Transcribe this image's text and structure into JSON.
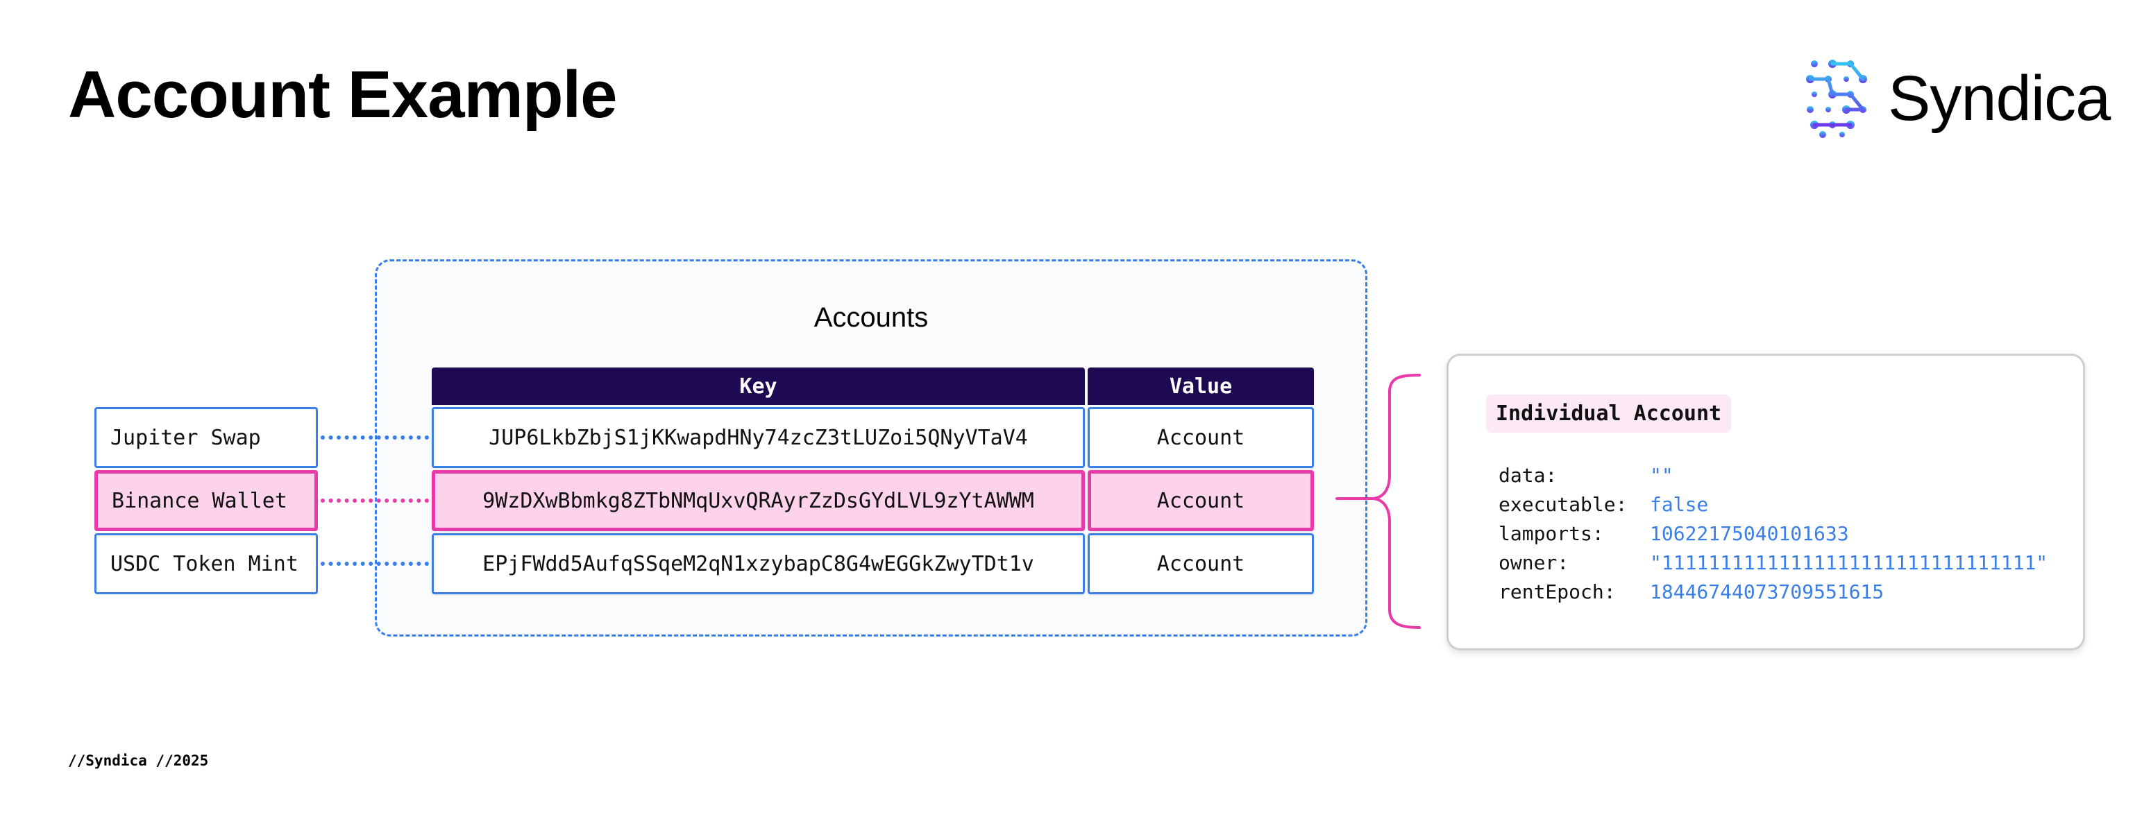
{
  "header": {
    "title": "Account Example",
    "brand": "Syndica"
  },
  "store": {
    "title": "Accounts",
    "key_header": "Key",
    "value_header": "Value",
    "rows": [
      {
        "label": "Jupiter Swap",
        "key": "JUP6LkbZbjS1jKKwapdHNy74zcZ3tLUZoi5QNyVTaV4",
        "value": "Account",
        "highlighted": false
      },
      {
        "label": "Binance Wallet",
        "key": "9WzDXwBbmkg8ZTbNMqUxvQRAyrZzDsGYdLVL9zYtAWWM",
        "value": "Account",
        "highlighted": true
      },
      {
        "label": "USDC Token Mint",
        "key": "EPjFWdd5AufqSSqeM2qN1xzybapC8G4wEGGkZwyTDt1v",
        "value": "Account",
        "highlighted": false
      }
    ]
  },
  "detail": {
    "title": "Individual Account",
    "fields": [
      {
        "key": "data:",
        "value": "\"\""
      },
      {
        "key": "executable:",
        "value": "false"
      },
      {
        "key": "lamports:",
        "value": "10622175040101633"
      },
      {
        "key": "owner:",
        "value": "\"11111111111111111111111111111111\""
      },
      {
        "key": "rentEpoch:",
        "value": "18446744073709551615"
      }
    ]
  },
  "footer": {
    "text": "//Syndica //2025"
  },
  "colors": {
    "accent_blue": "#3a7ee8",
    "highlight_pink": "#e83aa8",
    "highlight_fill": "#fdd3ec",
    "header_navy": "#1e0a52"
  }
}
